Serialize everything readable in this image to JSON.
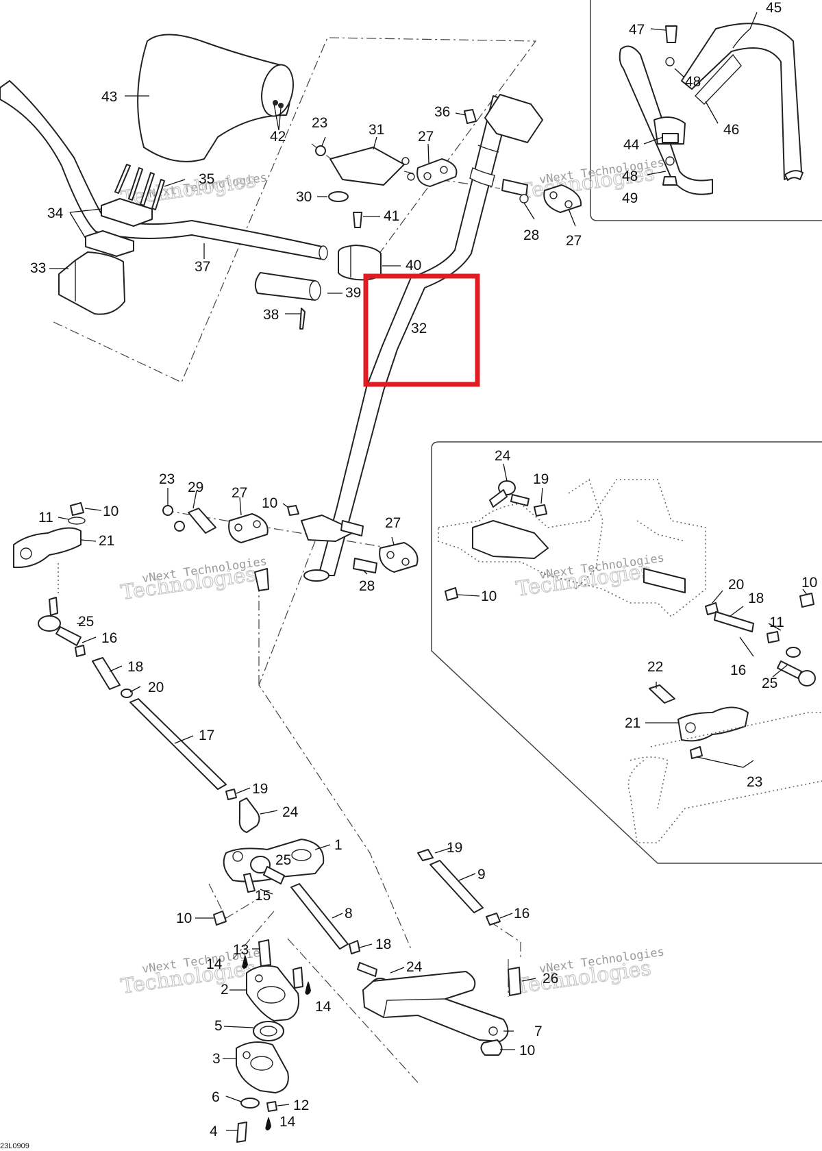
{
  "diagram": {
    "drawing_code": "23L0909",
    "watermark_line1": "vNext Technologies",
    "watermark_line2": "Technologies",
    "highlighted_part": "32",
    "highlight_color": "#e01b22",
    "lubricant_icon": "oil-drop-icon",
    "callouts": [
      "1",
      "2",
      "3",
      "4",
      "5",
      "6",
      "7",
      "8",
      "9",
      "10",
      "11",
      "12",
      "13",
      "14",
      "15",
      "16",
      "17",
      "18",
      "19",
      "20",
      "21",
      "22",
      "23",
      "24",
      "25",
      "26",
      "27",
      "28",
      "29",
      "30",
      "31",
      "32",
      "33",
      "34",
      "35",
      "36",
      "37",
      "38",
      "39",
      "40",
      "41",
      "42",
      "43",
      "44",
      "45",
      "46",
      "47",
      "48",
      "49"
    ]
  }
}
